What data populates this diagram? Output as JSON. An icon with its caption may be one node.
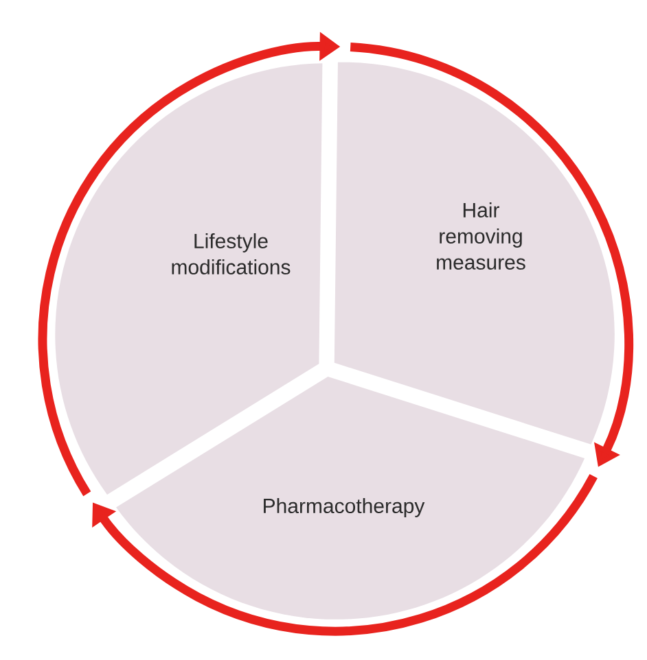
{
  "diagram": {
    "nodes": [
      {
        "text": [
          "Lifestyle modifications"
        ]
      },
      {
        "text": [
          "Hair removing measures"
        ]
      },
      {
        "text": [
          "Pharmacotherapy"
        ]
      }
    ],
    "edges": [
      {
        "from": 0,
        "to": 1,
        "arrow": "to"
      },
      {
        "from": 1,
        "to": 2,
        "arrow": "to"
      },
      {
        "from": 2,
        "to": 0,
        "arrow": "to"
      }
    ]
  }
}
